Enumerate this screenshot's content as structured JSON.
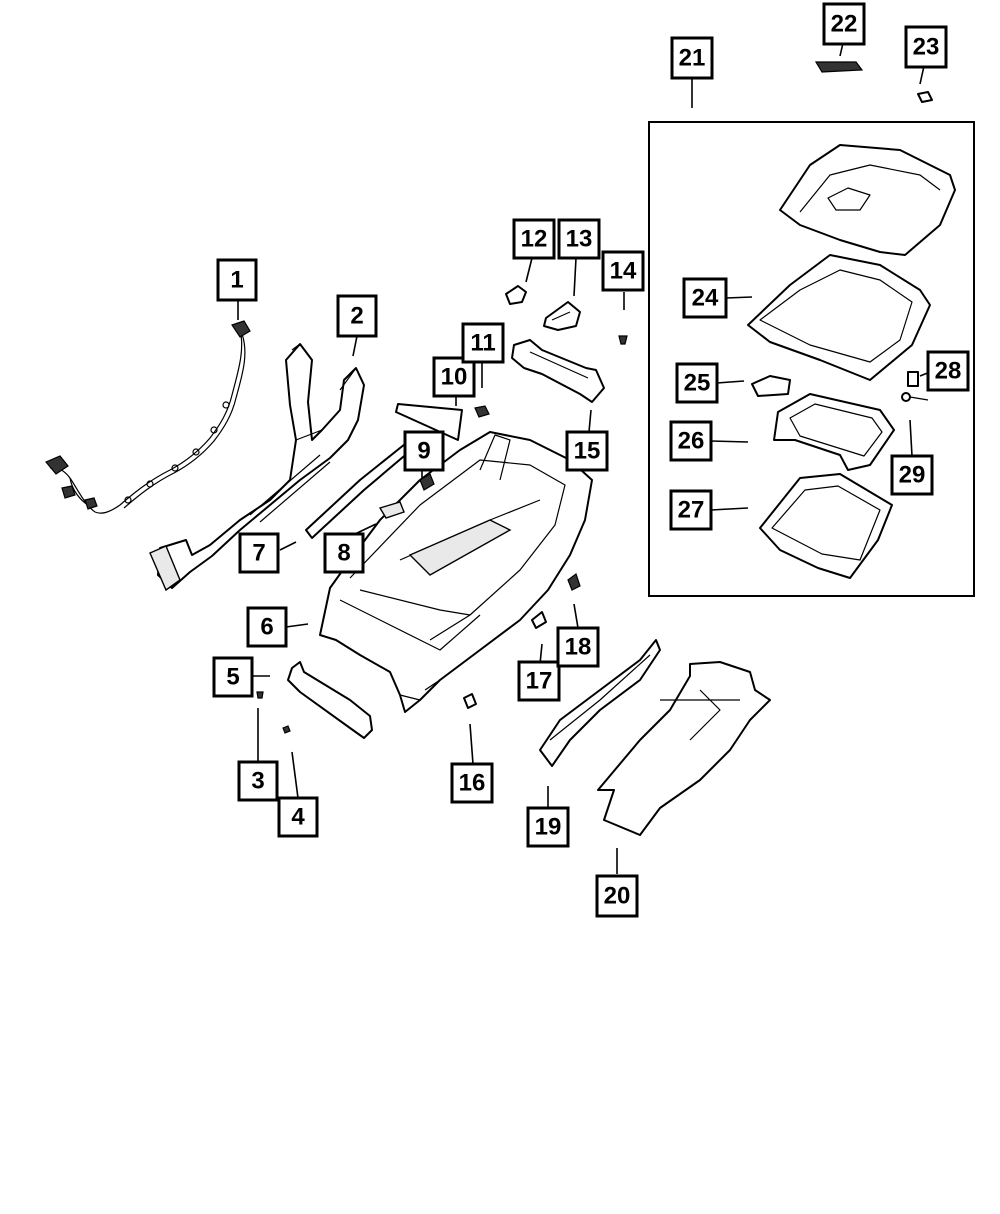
{
  "diagram": {
    "callouts": [
      {
        "id": "1",
        "label": "1"
      },
      {
        "id": "2",
        "label": "2"
      },
      {
        "id": "3",
        "label": "3"
      },
      {
        "id": "4",
        "label": "4"
      },
      {
        "id": "5",
        "label": "5"
      },
      {
        "id": "6",
        "label": "6"
      },
      {
        "id": "7",
        "label": "7"
      },
      {
        "id": "8",
        "label": "8"
      },
      {
        "id": "9",
        "label": "9"
      },
      {
        "id": "10",
        "label": "10"
      },
      {
        "id": "11",
        "label": "11"
      },
      {
        "id": "12",
        "label": "12"
      },
      {
        "id": "13",
        "label": "13"
      },
      {
        "id": "14",
        "label": "14"
      },
      {
        "id": "15",
        "label": "15"
      },
      {
        "id": "16",
        "label": "16"
      },
      {
        "id": "17",
        "label": "17"
      },
      {
        "id": "18",
        "label": "18"
      },
      {
        "id": "19",
        "label": "19"
      },
      {
        "id": "20",
        "label": "20"
      },
      {
        "id": "21",
        "label": "21"
      },
      {
        "id": "22",
        "label": "22"
      },
      {
        "id": "23",
        "label": "23"
      },
      {
        "id": "24",
        "label": "24"
      },
      {
        "id": "25",
        "label": "25"
      },
      {
        "id": "26",
        "label": "26"
      },
      {
        "id": "27",
        "label": "27"
      },
      {
        "id": "28",
        "label": "28"
      },
      {
        "id": "29",
        "label": "29"
      }
    ],
    "colors": {
      "ink": "#000000",
      "paper": "#ffffff"
    }
  }
}
